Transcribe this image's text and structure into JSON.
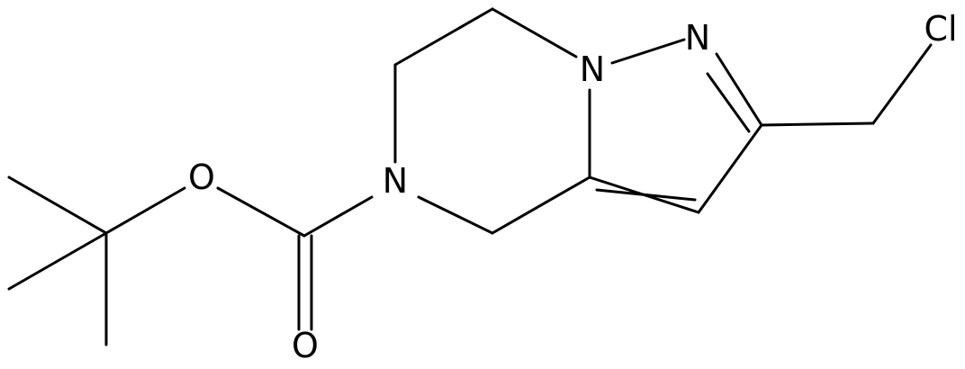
{
  "molecule": {
    "atoms": {
      "cl": "Cl",
      "n_pyrazole": "N",
      "n_bridge": "N",
      "n_carbamate": "N",
      "o_ester": "O",
      "o_carbonyl": "O"
    },
    "colors": {
      "bond": "#000000",
      "text": "#000000",
      "background": "#ffffff"
    }
  }
}
